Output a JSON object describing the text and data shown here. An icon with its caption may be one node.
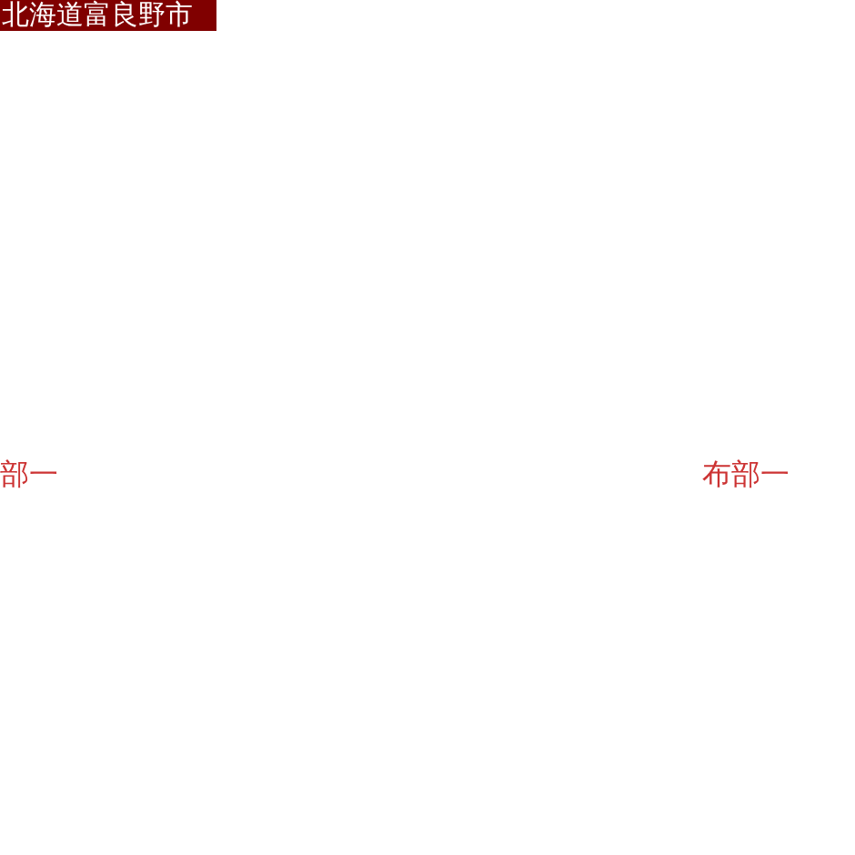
{
  "diagram": {
    "title": "北海道富良野市",
    "labels": [
      "部一",
      "布部一"
    ]
  }
}
